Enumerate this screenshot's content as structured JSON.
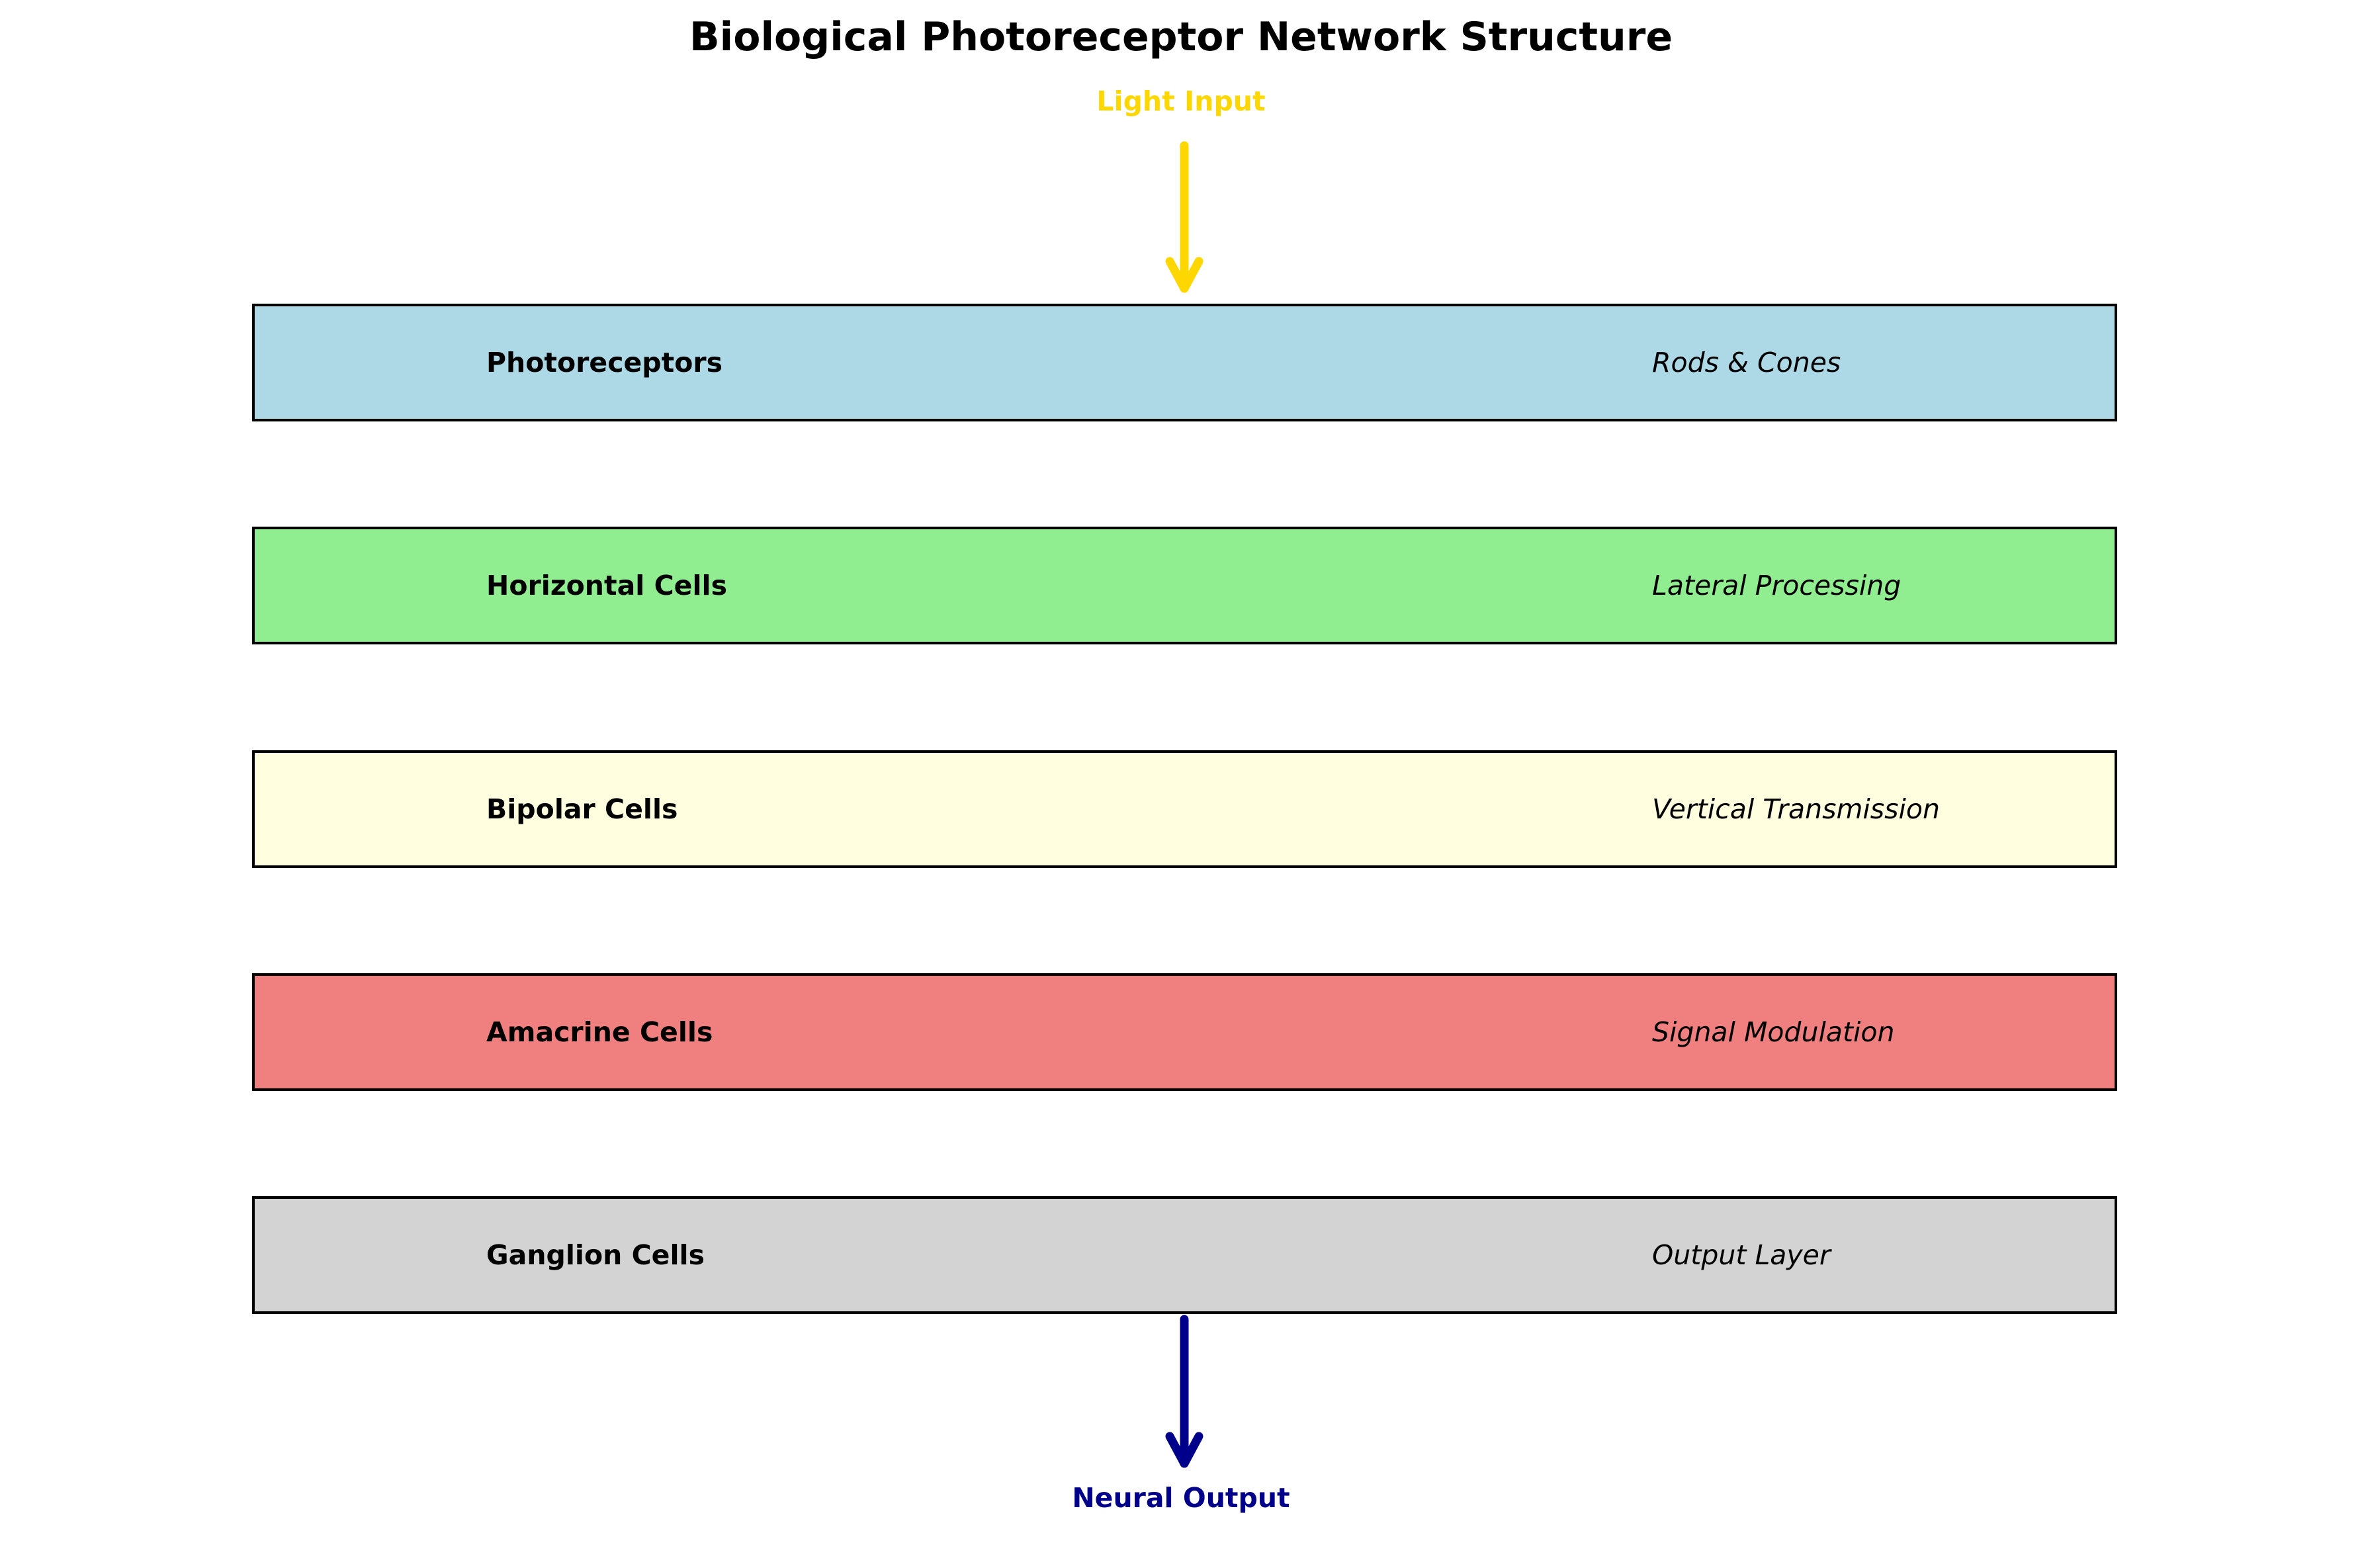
{
  "title": "Biological Photoreceptor Network Structure",
  "input": {
    "label": "Light Input",
    "color": "#FFD700"
  },
  "output": {
    "label": "Neural Output",
    "color": "#00008B"
  },
  "layers": [
    {
      "name": "Photoreceptors",
      "role": "Rods & Cones",
      "color": "#ADD8E6"
    },
    {
      "name": "Horizontal Cells",
      "role": "Lateral Processing",
      "color": "#90EE90"
    },
    {
      "name": "Bipolar Cells",
      "role": "Vertical Transmission",
      "color": "#FFFFE0"
    },
    {
      "name": "Amacrine Cells",
      "role": "Signal Modulation",
      "color": "#F08080"
    },
    {
      "name": "Ganglion Cells",
      "role": "Output Layer",
      "color": "#D3D3D3"
    }
  ]
}
